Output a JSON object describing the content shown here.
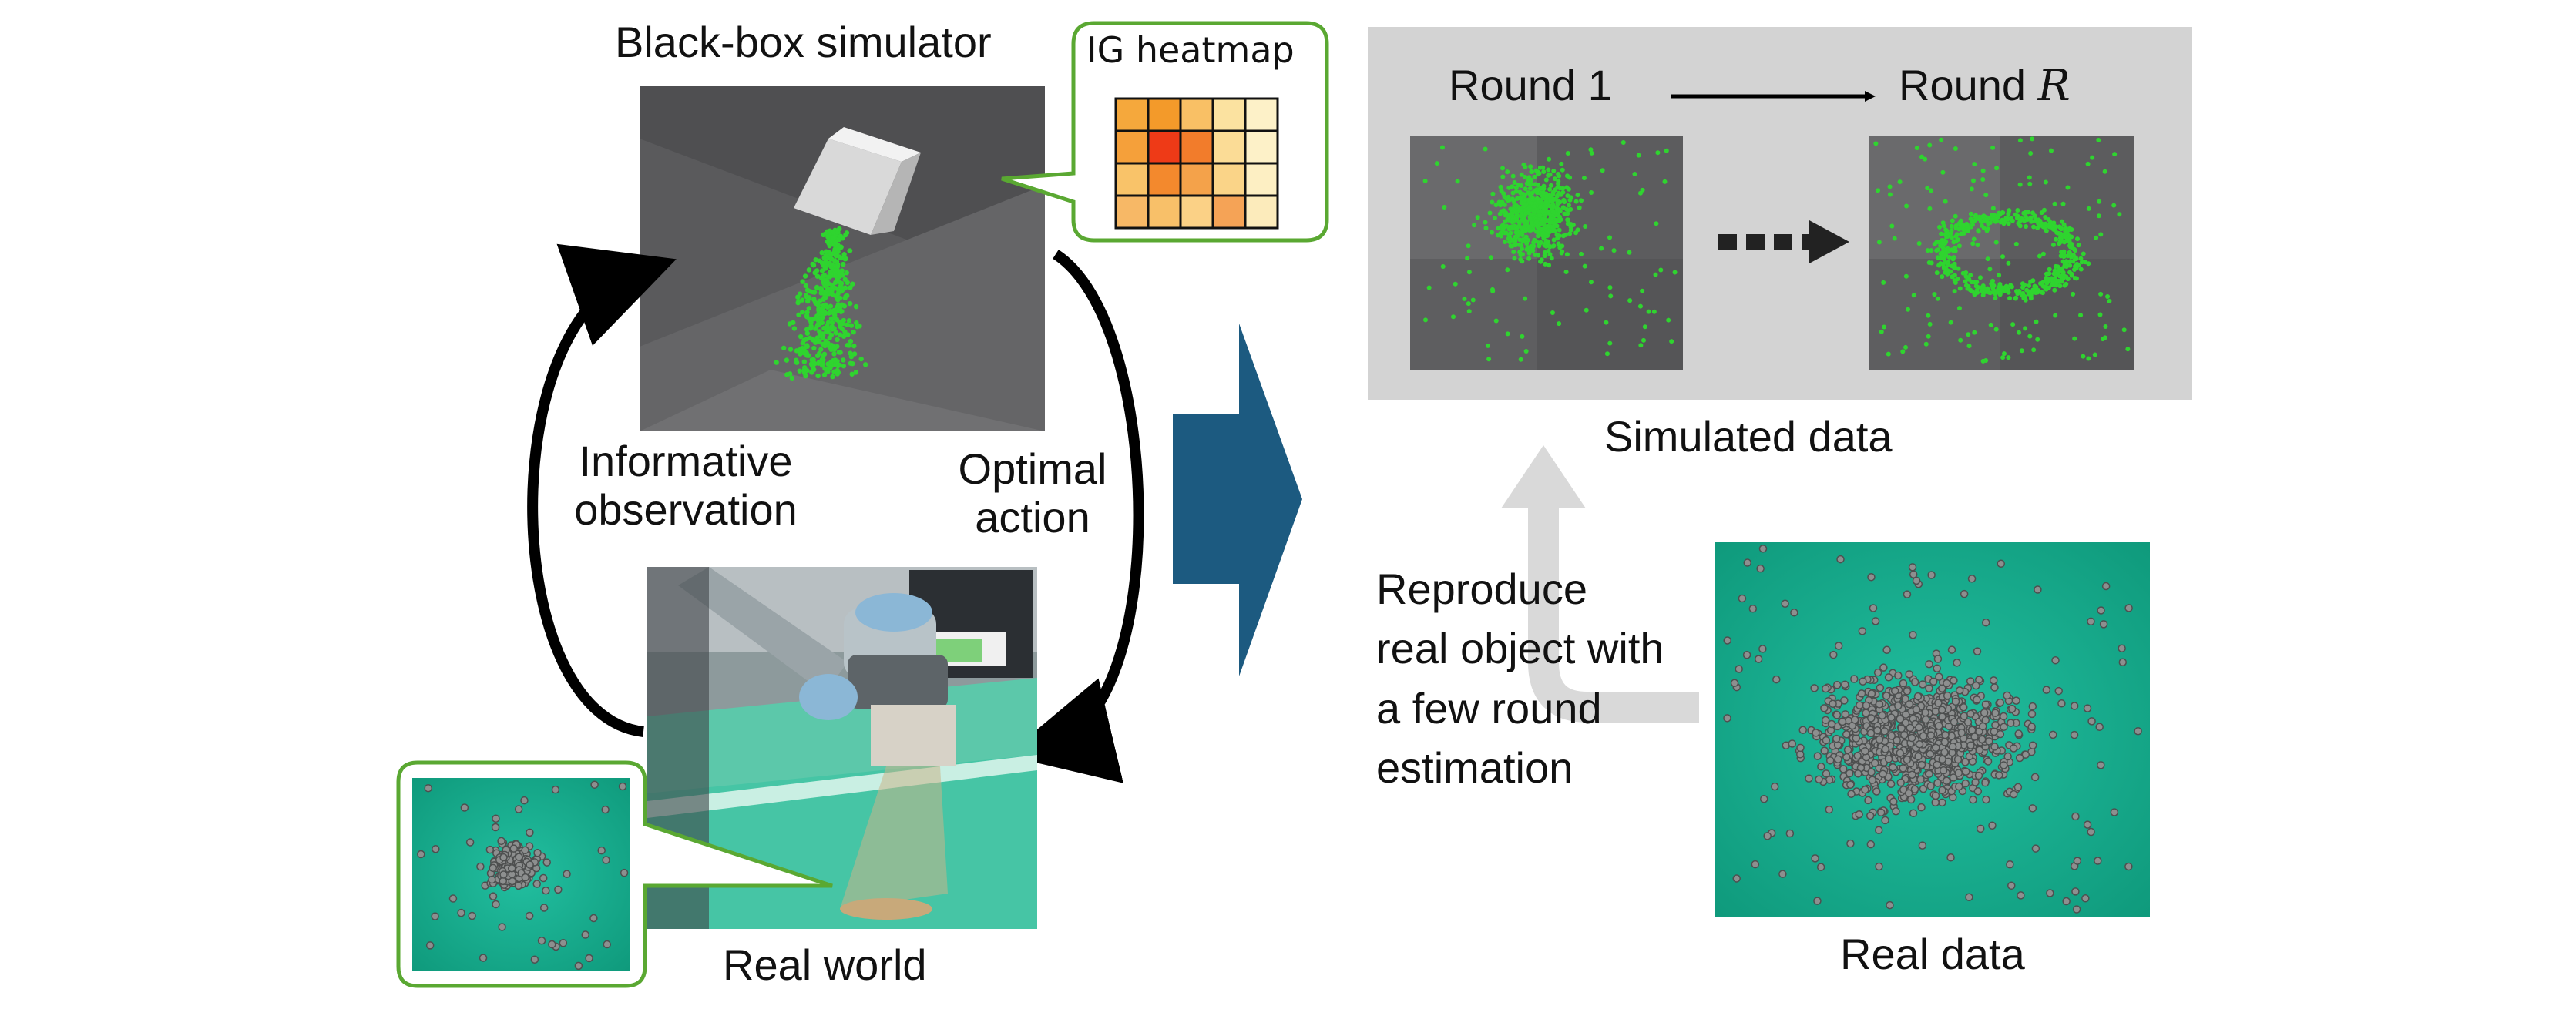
{
  "left": {
    "simulator_title": "Black-box simulator",
    "heatmap_title": "IG heatmap",
    "heatmap_grid": [
      [
        "#f5a83c",
        "#f39a2a",
        "#f9c065",
        "#fbe2a0",
        "#fdf1c8"
      ],
      [
        "#f5a03a",
        "#ee3a17",
        "#f27c2b",
        "#fbdc96",
        "#fdf1c8"
      ],
      [
        "#f9c369",
        "#f3892d",
        "#f4a24a",
        "#fad488",
        "#fdefc3"
      ],
      [
        "#f7b866",
        "#f8c069",
        "#fbd186",
        "#f5a356",
        "#fcebbb"
      ]
    ],
    "informative_label": [
      "Informative",
      "observation"
    ],
    "optimal_label": [
      "Optimal",
      "action"
    ],
    "real_world_label": "Real world"
  },
  "right": {
    "round_start": "Round 1",
    "round_end_prefix": "Round",
    "round_end_var": "R",
    "simulated_label": "Simulated data",
    "reproduce_label": [
      "Reproduce",
      "real object with",
      "a few round",
      "estimation"
    ],
    "real_data_label": "Real data"
  },
  "colors": {
    "sim_bg": "#5b5b5d",
    "particle_green": "#2fd42f",
    "callout_green": "#5aa832",
    "teal": "#1aa58a",
    "panel_gray": "#d3d3d3",
    "big_arrow": "#1c5a80",
    "light_arrow": "#d9d9d9"
  }
}
